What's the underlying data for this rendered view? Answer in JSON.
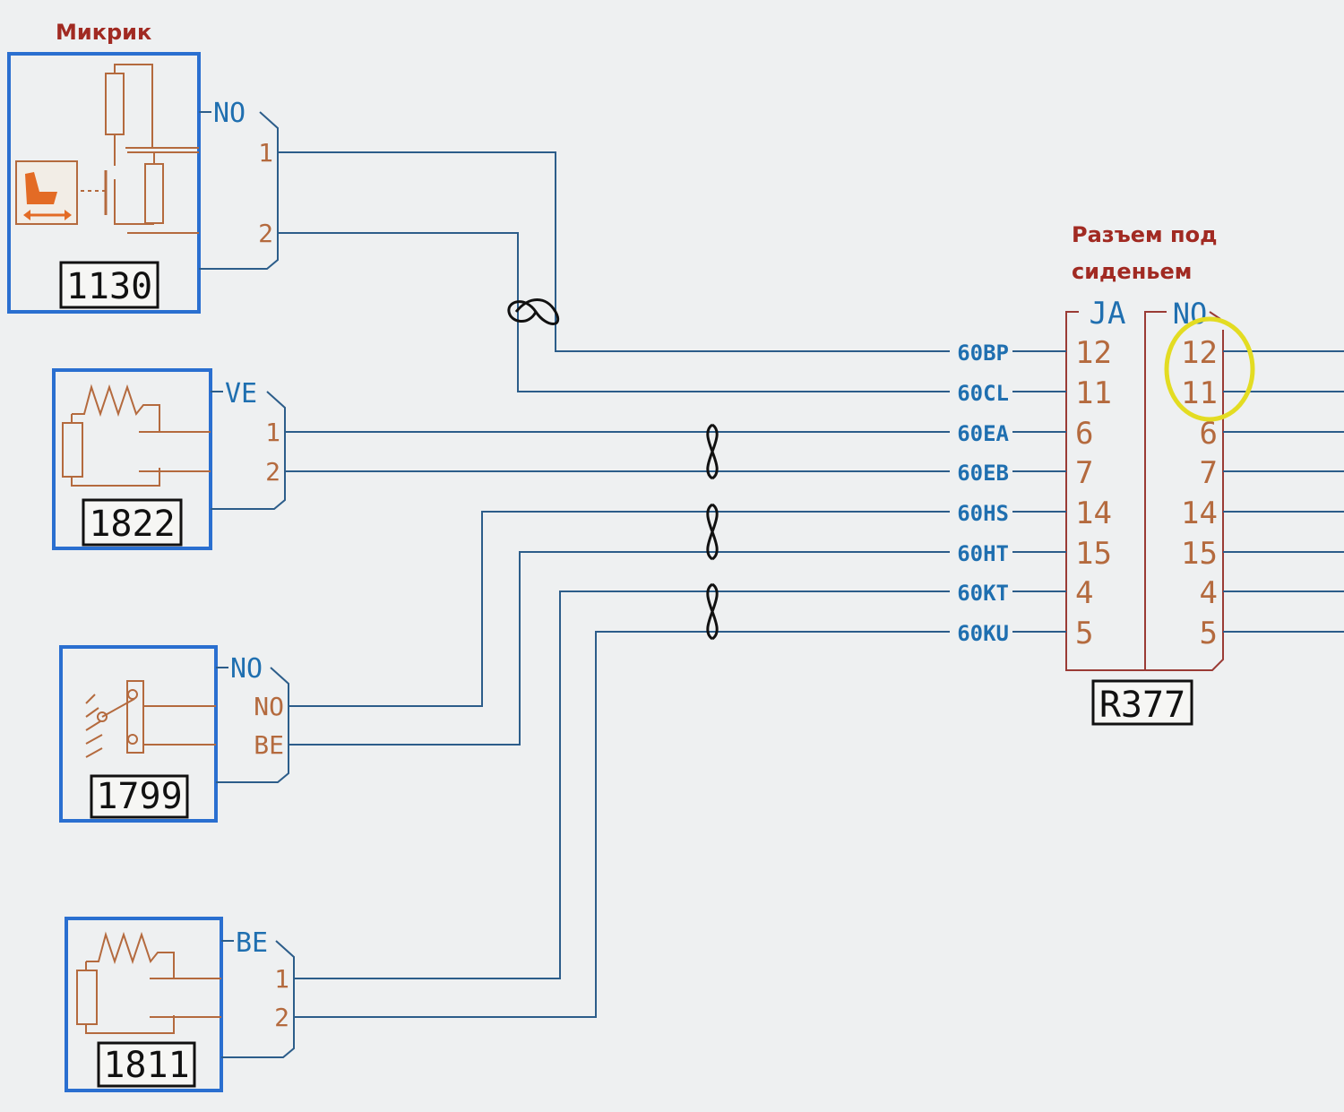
{
  "notes": {
    "microswitch": "Микрик",
    "connector_title_line1": "Разъем под",
    "connector_title_line2": "сиденьем"
  },
  "components": [
    {
      "id": "1130",
      "connector_code": "NO",
      "pins": [
        "1",
        "2"
      ],
      "symbol": "seat-microswitch"
    },
    {
      "id": "1822",
      "connector_code": "VE",
      "pins": [
        "1",
        "2"
      ],
      "symbol": "heating-resistor"
    },
    {
      "id": "1799",
      "connector_code": "NO",
      "pins": [
        "NO",
        "BE"
      ],
      "symbol": "buckle-switch"
    },
    {
      "id": "1811",
      "connector_code": "BE",
      "pins": [
        "1",
        "2"
      ],
      "symbol": "heating-resistor"
    }
  ],
  "connector": {
    "id": "R377",
    "left_code": "JA",
    "right_code": "NO",
    "wires": [
      {
        "label": "60BP",
        "left_pin": "12",
        "right_pin": "12"
      },
      {
        "label": "60CL",
        "left_pin": "11",
        "right_pin": "11"
      },
      {
        "label": "60EA",
        "left_pin": "6",
        "right_pin": "6"
      },
      {
        "label": "60EB",
        "left_pin": "7",
        "right_pin": "7"
      },
      {
        "label": "60HS",
        "left_pin": "14",
        "right_pin": "14"
      },
      {
        "label": "60HT",
        "left_pin": "15",
        "right_pin": "15"
      },
      {
        "label": "60KT",
        "left_pin": "4",
        "right_pin": "4"
      },
      {
        "label": "60KU",
        "left_pin": "5",
        "right_pin": "5"
      }
    ]
  },
  "highlight": {
    "pins": [
      "12",
      "11"
    ],
    "color": "#e3dc22"
  },
  "colors": {
    "wire": "#2c5d8a",
    "box": "#2a6fd0",
    "component": "#b46a3e",
    "connector": "#9a3b35",
    "label": "#1f6fb0",
    "note": "#a12a22"
  }
}
